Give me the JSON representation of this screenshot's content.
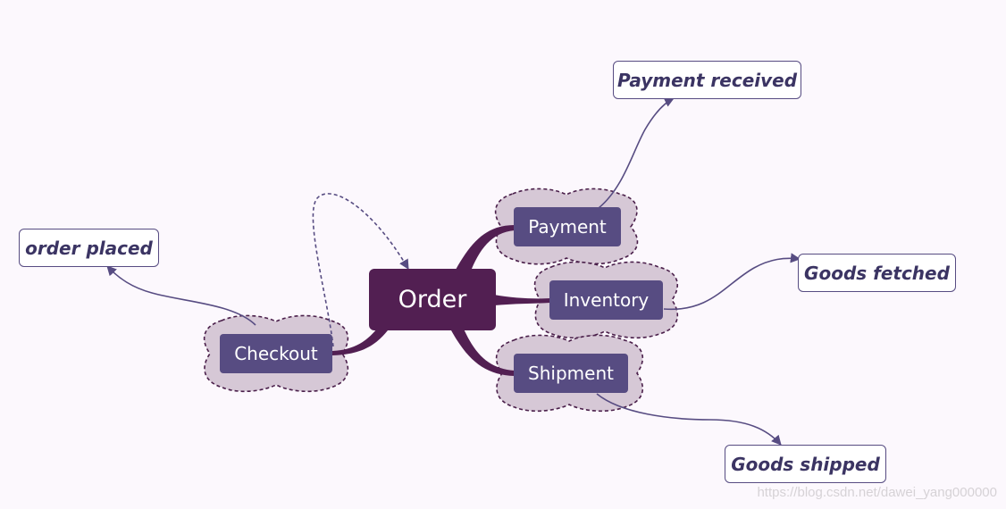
{
  "central": {
    "label": "Order"
  },
  "topics": {
    "checkout": {
      "label": "Checkout"
    },
    "payment": {
      "label": "Payment"
    },
    "inventory": {
      "label": "Inventory"
    },
    "shipment": {
      "label": "Shipment"
    }
  },
  "notes": {
    "order_placed": "order placed",
    "payment_received": "Payment received",
    "goods_fetched": "Goods fetched",
    "goods_shipped": "Goods shipped"
  },
  "watermark": "https://blog.csdn.net/dawei_yang000000",
  "colors": {
    "background": "#fcf8fd",
    "central_fill": "#521f52",
    "topic_fill": "#574c82",
    "cloud_fill": "#d6c8d6",
    "cloud_border": "#4a1f4a",
    "note_text": "#3b3463",
    "connector": "#574c82",
    "branch": "#521f52"
  }
}
